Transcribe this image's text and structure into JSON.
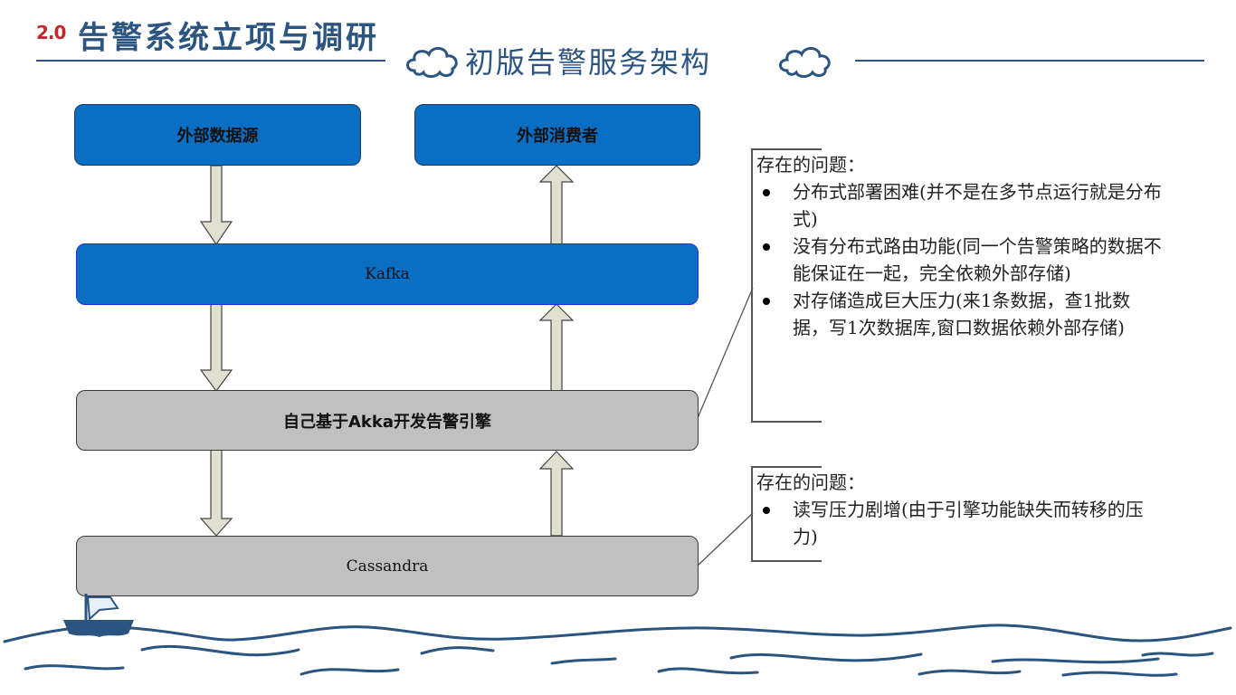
{
  "header": {
    "number": "2.0",
    "title": "告警系统立项与调研",
    "subtitle": "初版告警服务架构"
  },
  "diagram": {
    "nodes": {
      "external_source": "外部数据源",
      "external_consumer": "外部消费者",
      "kafka": "Kafka",
      "akka_engine": "自己基于Akka开发告警引擎",
      "cassandra": "Cassandra"
    },
    "edges": [
      {
        "from": "外部数据源",
        "to": "Kafka"
      },
      {
        "from": "Kafka",
        "to": "外部消费者"
      },
      {
        "from": "Kafka",
        "to": "自己基于Akka开发告警引擎"
      },
      {
        "from": "自己基于Akka开发告警引擎",
        "to": "Kafka"
      },
      {
        "from": "自己基于Akka开发告警引擎",
        "to": "Cassandra"
      },
      {
        "from": "Cassandra",
        "to": "自己基于Akka开发告警引擎"
      }
    ],
    "colors": {
      "blue_box": "#0a6fc2",
      "gray_box": "#c0c0c0",
      "arrow_fill": "#dfe0cf",
      "accent": "#2b5580",
      "number_red": "#c0282d"
    }
  },
  "notes": {
    "engine": {
      "heading": "存在的问题：",
      "items": [
        "分布式部署困难(并不是在多节点运行就是分布式)",
        "没有分布式路由功能(同一个告警策略的数据不能保证在一起，完全依赖外部存储)",
        "对存储造成巨大压力(来1条数据，查1批数据，写1次数据库,窗口数据依赖外部存储)"
      ]
    },
    "cassandra": {
      "heading": "存在的问题：",
      "items": [
        "读写压力剧增(由于引擎功能缺失而转移的压力)"
      ]
    }
  }
}
